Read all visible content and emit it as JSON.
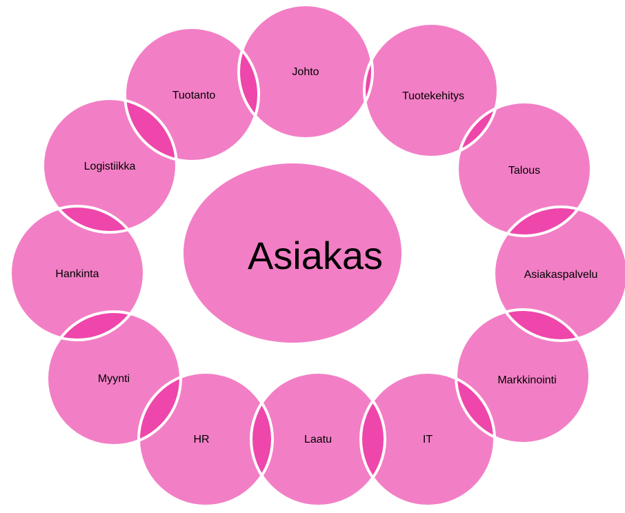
{
  "diagram": {
    "center": {
      "label": "Asiakas"
    },
    "nodes": [
      {
        "id": "johto",
        "label": "Johto"
      },
      {
        "id": "tuotekehitys",
        "label": "Tuotekehitys"
      },
      {
        "id": "talous",
        "label": "Talous"
      },
      {
        "id": "asiakaspalvelu",
        "label": "Asiakaspalvelu"
      },
      {
        "id": "markkinointi",
        "label": "Markkinointi"
      },
      {
        "id": "it",
        "label": "IT"
      },
      {
        "id": "laatu",
        "label": "Laatu"
      },
      {
        "id": "hr",
        "label": "HR"
      },
      {
        "id": "myynti",
        "label": "Myynti"
      },
      {
        "id": "hankinta",
        "label": "Hankinta"
      },
      {
        "id": "logistiikka",
        "label": "Logistiikka"
      },
      {
        "id": "tuotanto",
        "label": "Tuotanto"
      }
    ]
  },
  "colors": {
    "circle_fill": "#f27fc5",
    "overlap_fill": "#ee46ab",
    "circle_stroke": "#ffffff"
  }
}
